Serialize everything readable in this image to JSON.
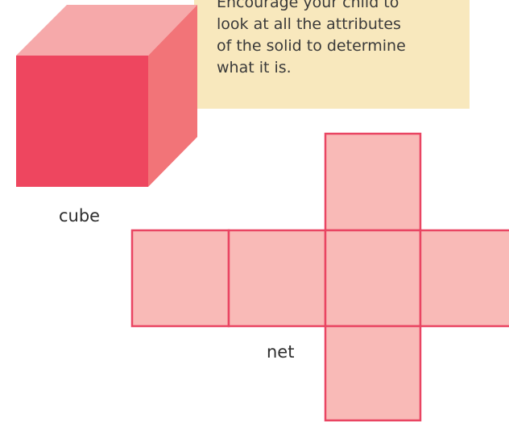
{
  "tip": {
    "text": "Encourage your child to\nlook at all the attributes\nof the solid to determine\nwhat it is."
  },
  "cube": {
    "label": "cube",
    "colors": {
      "front": "#ee465f",
      "top": "#f6a9aa",
      "side": "#f27478"
    }
  },
  "net": {
    "label": "net",
    "colors": {
      "fill": "#f9bab7",
      "stroke": "#e94562"
    }
  }
}
